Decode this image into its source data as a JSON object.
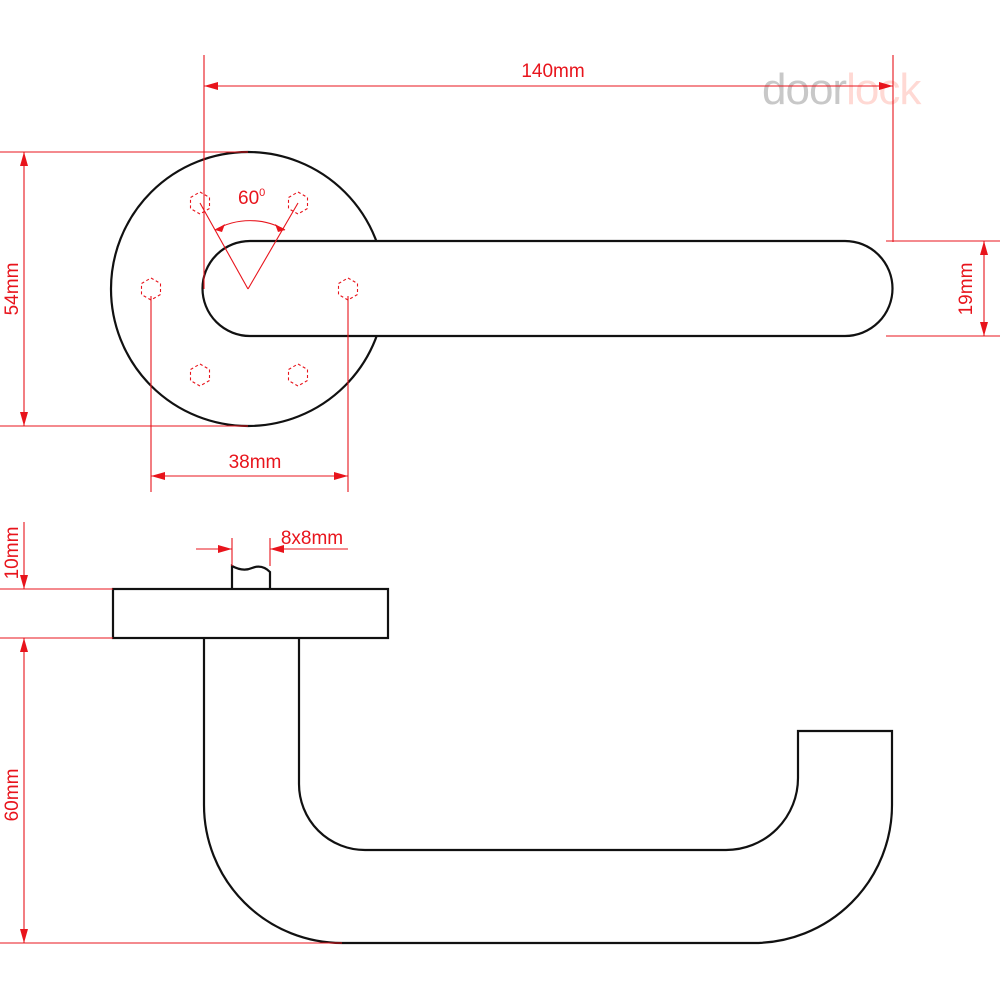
{
  "logo": {
    "part1": "door",
    "part2": "lock",
    "color_part1": "#c8c8c8",
    "color_part2": "#ffd9d4"
  },
  "dimensions": {
    "length": "140mm",
    "height": "19mm",
    "rose_diameter": "54mm",
    "fixing_centres": "38mm",
    "angle": "60",
    "angle_unit": "0",
    "spindle": "8x8mm",
    "rose_thickness": "10mm",
    "projection": "60mm"
  },
  "colors": {
    "outline": "#111111",
    "dimension": "#e8141c",
    "background": "#ffffff"
  }
}
